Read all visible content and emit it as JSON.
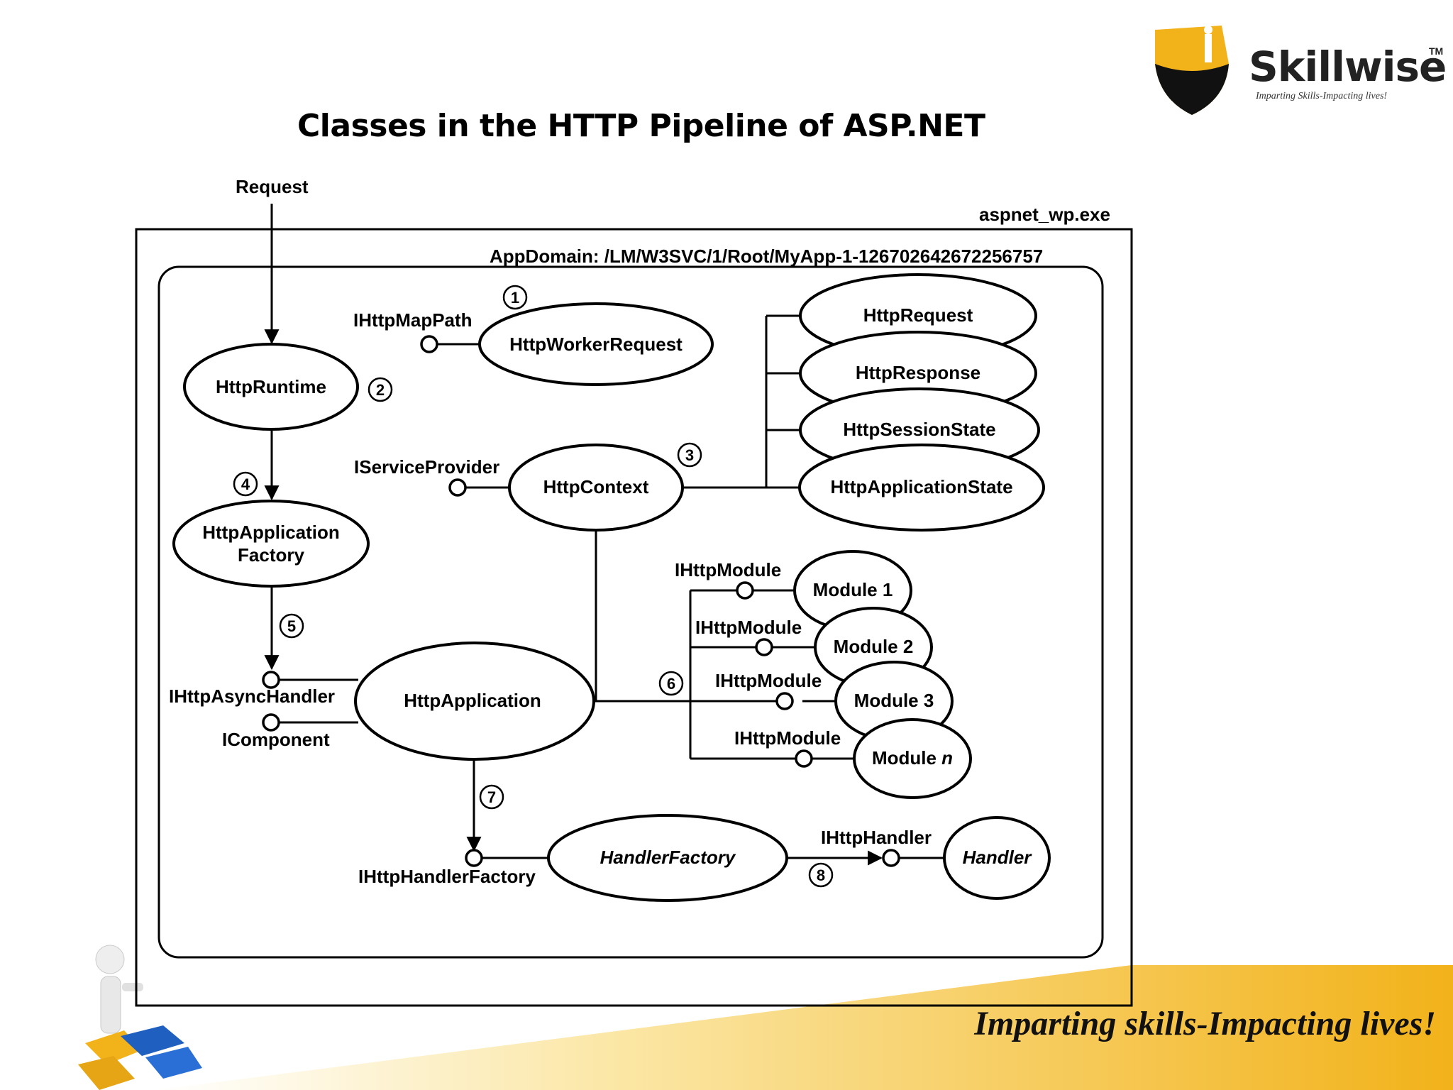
{
  "slide": {
    "title": "Classes in the HTTP Pipeline of ASP.NET",
    "tagline": "Imparting skills-Impacting lives!"
  },
  "logo": {
    "wordmark": "Skillwise",
    "trademark": "TM",
    "tagline": "Imparting Skills-Impacting lives!"
  },
  "colors": {
    "brand_yellow": "#f2b21a",
    "puzzle_blue": "#1f5fbf"
  },
  "diagram": {
    "request_label": "Request",
    "process_label": "aspnet_wp.exe",
    "appdomain_label": "AppDomain: /LM/W3SVC/1/Root/MyApp-1-126702642672256757",
    "nodes": {
      "http_runtime": "HttpRuntime",
      "http_worker_request": "HttpWorkerRequest",
      "http_context": "HttpContext",
      "http_request": "HttpRequest",
      "http_response": "HttpResponse",
      "http_session_state": "HttpSessionState",
      "http_application_state": "HttpApplicationState",
      "http_app_factory_line1": "HttpApplication",
      "http_app_factory_line2": "Factory",
      "http_application": "HttpApplication",
      "module1": "Module 1",
      "module2": "Module 2",
      "module3": "Module 3",
      "module_n_prefix": "Module",
      "module_n_suffix": "n",
      "handler_factory": "HandlerFactory",
      "handler": "Handler"
    },
    "interfaces": {
      "ihttp_map_path": "IHttpMapPath",
      "iservice_provider": "IServiceProvider",
      "ihttp_async_handler": "IHttpAsyncHandler",
      "icomponent": "IComponent",
      "ihttp_module": "IHttpModule",
      "ihttp_handler_factory": "IHttpHandlerFactory",
      "ihttp_handler": "IHttpHandler"
    },
    "steps": [
      "1",
      "2",
      "3",
      "4",
      "5",
      "6",
      "7",
      "8"
    ]
  }
}
